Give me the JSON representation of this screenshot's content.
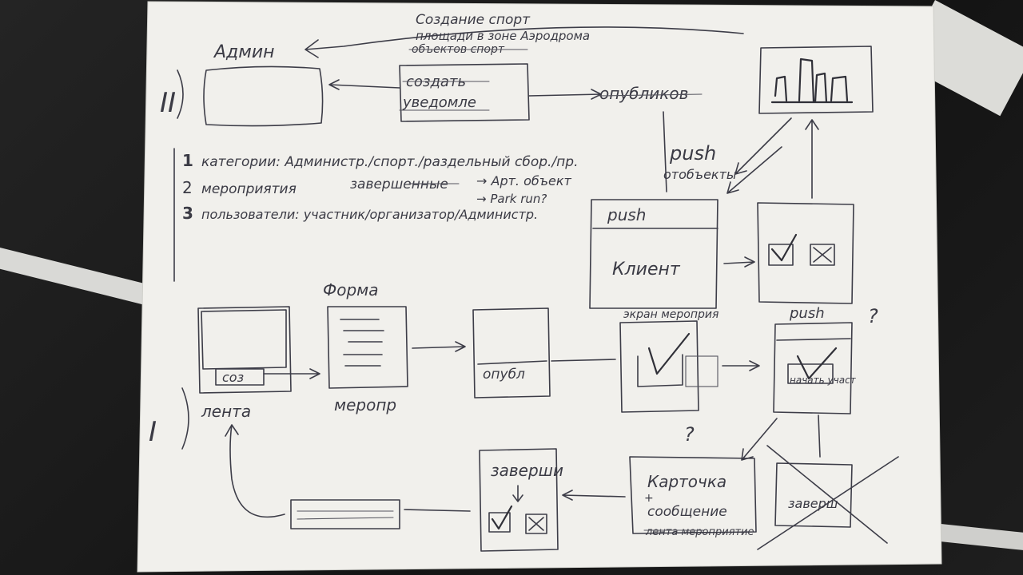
{
  "diagram": {
    "section_two": {
      "roman": "II",
      "admin_label": "Админ",
      "note_line1": "Создание спорт",
      "note_line2": "площади в зоне Аэродрома",
      "note_line3": "объектов спорт",
      "create_box_top": "создать",
      "create_box_bottom": "уведомле",
      "publish_label": "опубликов",
      "push_label": "push",
      "push_sub": "отобъекты"
    },
    "categories": {
      "line1_num": "1",
      "line1_text": "категории: Администр./спорт./раздельный сбор./пр.",
      "line2_num": "2",
      "line2_text": "мероприятия",
      "line2_mid": "завершенные",
      "line2_arrow1": "→ Арт. объект",
      "line2_arrow2": "→ Park run?",
      "line3_num": "3",
      "line3_text": "пользователи: участник/организатор/Администр."
    },
    "client_box": {
      "top_label": "push",
      "body_label": "Клиент"
    },
    "section_one": {
      "roman": "I",
      "form_label": "Форма",
      "feed_box_label": "соз",
      "feed_caption": "лента",
      "event_caption": "меропр",
      "publish_box_label": "опубл",
      "event_screen_label": "экран мероприя",
      "push_label": "push",
      "question1": "?",
      "question2": "?",
      "push_box_sub": "начать участ",
      "card_label": "Карточка",
      "card_plus": "+",
      "card_msg": "сообщение",
      "card_feed": "лента мероприятие",
      "finish_box_label": "заверши",
      "finish_crossed_label": "заверш"
    }
  }
}
